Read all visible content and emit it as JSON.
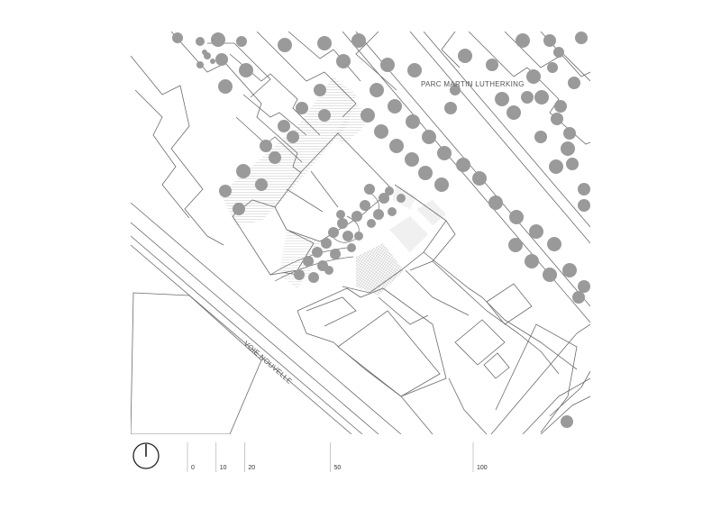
{
  "map": {
    "labels": {
      "park": "PARC MARTIN LUTHERKING",
      "road": "VOIE NOUVELLE"
    },
    "north_arrow": "north-arrow",
    "scale_bar": {
      "ticks": [
        {
          "value": 0,
          "label": "0"
        },
        {
          "value": 10,
          "label": "10"
        },
        {
          "value": 20,
          "label": "20"
        },
        {
          "value": 50,
          "label": "50"
        },
        {
          "value": 100,
          "label": "100"
        }
      ]
    },
    "colors": {
      "line": "#6b6b6b",
      "tree": "#9a9a9a",
      "hatch": "#7a7a7a"
    }
  }
}
